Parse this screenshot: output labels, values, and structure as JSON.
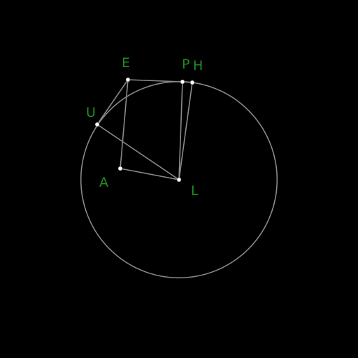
{
  "diagram": {
    "background_color": "#000000",
    "line_color": "#8a8a8a",
    "point_color": "#ffffff",
    "label_color": "#1f8f1f",
    "points": [
      {
        "id": "E",
        "label": "E"
      },
      {
        "id": "P",
        "label": "P"
      },
      {
        "id": "H",
        "label": "H"
      },
      {
        "id": "U",
        "label": "U"
      },
      {
        "id": "A",
        "label": "A"
      },
      {
        "id": "L",
        "label": "L"
      }
    ],
    "circle": {
      "center": "L",
      "through": "H"
    },
    "segments": [
      [
        "U",
        "E"
      ],
      [
        "E",
        "P"
      ],
      [
        "P",
        "H"
      ],
      [
        "E",
        "A"
      ],
      [
        "A",
        "L"
      ],
      [
        "U",
        "L"
      ],
      [
        "P",
        "L"
      ],
      [
        "H",
        "L"
      ]
    ]
  }
}
